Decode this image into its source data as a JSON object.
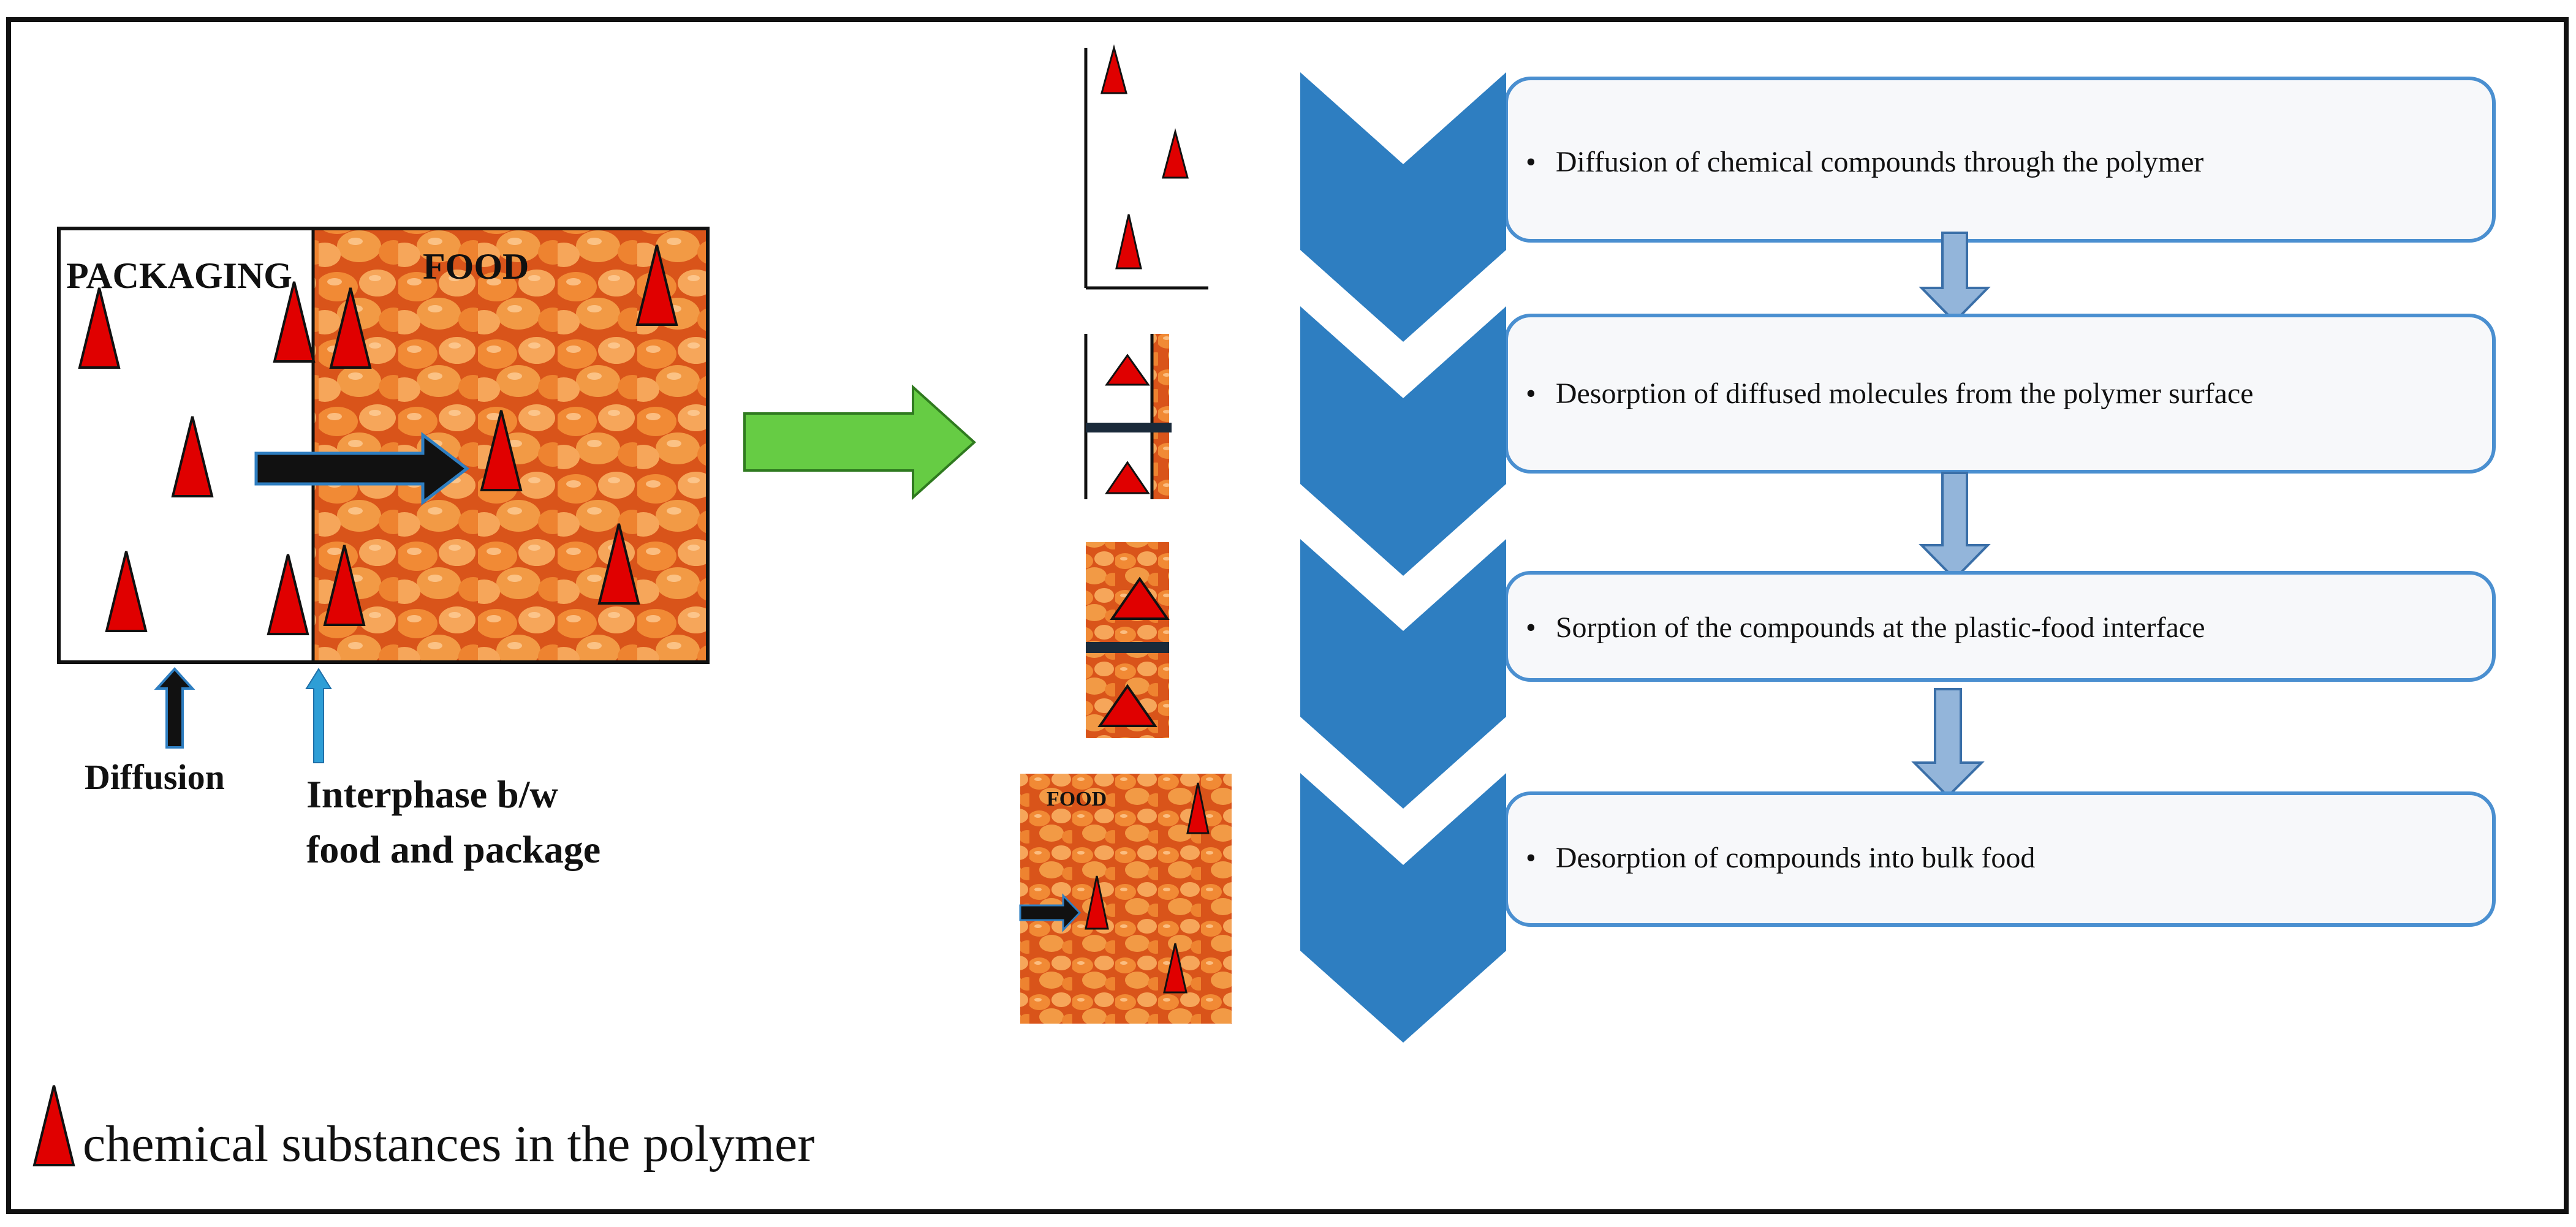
{
  "labels": {
    "packaging": "PACKAGING",
    "food": "FOOD",
    "food_small": "FOOD",
    "diffusion": "Diffusion",
    "interphase_line1": "Interphase b/w",
    "interphase_line2": "food and package",
    "legend": "chemical substances in the polymer"
  },
  "steps": [
    {
      "bullet": "•",
      "text": "Diffusion of chemical compounds through the polymer"
    },
    {
      "bullet": "•",
      "text": "Desorption of diffused molecules from the polymer surface"
    },
    {
      "bullet": "•",
      "text": "Sorption of the compounds at the plastic-food interface"
    },
    {
      "bullet": "•",
      "text": "Desorption of compounds into bulk food"
    }
  ],
  "colors": {
    "chevron": "#2E7EC1",
    "step_border": "#4A8FD0",
    "step_fill": "#F7F8FA",
    "down_arrow": "#93B5DA",
    "down_arrow_stroke": "#3A6FA8",
    "green_arrow": "#66CC44",
    "triangle": "#E00000",
    "food_light": "#F6A65A",
    "food_dark": "#D9541A",
    "food_bean": "#F18A35"
  },
  "icons": {
    "marker": "red-triangle-icon"
  }
}
